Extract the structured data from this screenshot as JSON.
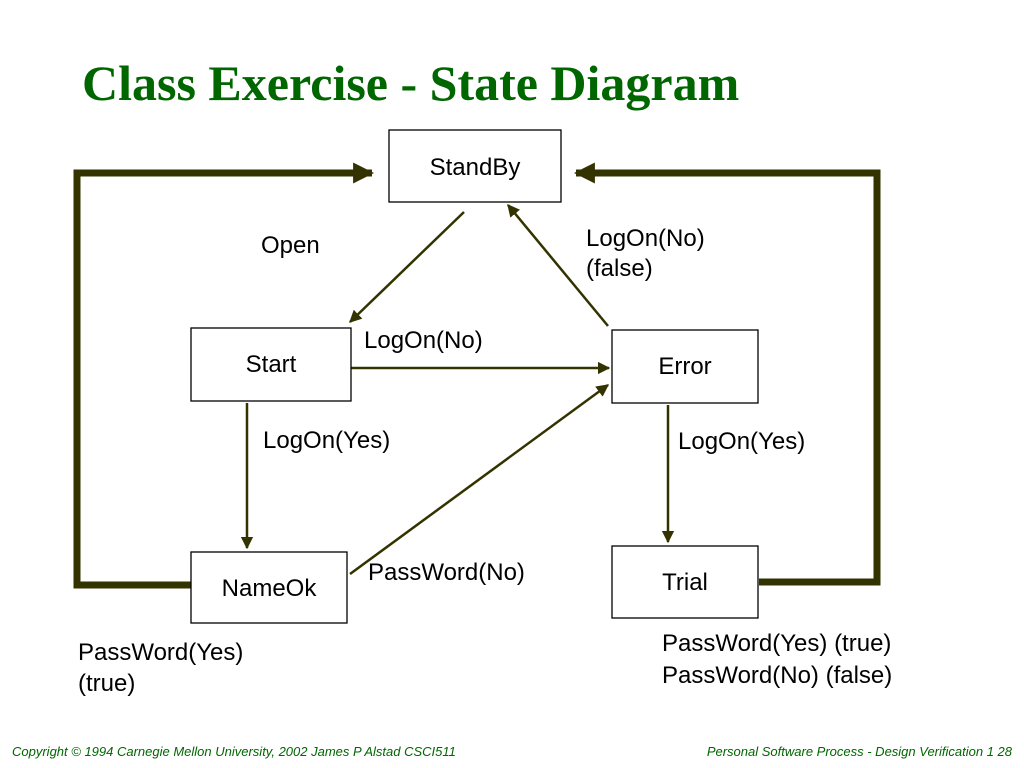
{
  "slide": {
    "title": "Class Exercise - State Diagram",
    "title_color": "#006600",
    "footer_left": "Copyright  © 1994 Carnegie Mellon University, 2002 James P Alstad   CSCI511",
    "footer_right": "Personal Software Process - Design Verification 1 28",
    "footer_color": "#006600"
  },
  "diagram": {
    "arrow_color": "#333300",
    "states": [
      {
        "id": "standby",
        "label": "StandBy"
      },
      {
        "id": "start",
        "label": "Start"
      },
      {
        "id": "error",
        "label": "Error"
      },
      {
        "id": "nameok",
        "label": "NameOk"
      },
      {
        "id": "trial",
        "label": "Trial"
      }
    ],
    "transitions": [
      {
        "id": "open",
        "from": "standby",
        "to": "start",
        "label_lines": [
          "Open"
        ]
      },
      {
        "id": "error-standby",
        "from": "error",
        "to": "standby",
        "label_lines": [
          "LogOn(No)",
          "(false)"
        ]
      },
      {
        "id": "start-error",
        "from": "start",
        "to": "error",
        "label_lines": [
          "LogOn(No)"
        ]
      },
      {
        "id": "start-nameok",
        "from": "start",
        "to": "nameok",
        "label_lines": [
          "LogOn(Yes)"
        ]
      },
      {
        "id": "error-trial",
        "from": "error",
        "to": "trial",
        "label_lines": [
          "LogOn(Yes)"
        ]
      },
      {
        "id": "nameok-error",
        "from": "nameok",
        "to": "error",
        "label_lines": [
          "PassWord(No)"
        ]
      },
      {
        "id": "nameok-standby",
        "from": "nameok",
        "to": "standby",
        "label_lines": [
          "PassWord(Yes)",
          "(true)"
        ]
      },
      {
        "id": "trial-standby",
        "from": "trial",
        "to": "standby",
        "label_lines": [
          "PassWord(Yes) (true)",
          "PassWord(No) (false)"
        ]
      }
    ]
  }
}
